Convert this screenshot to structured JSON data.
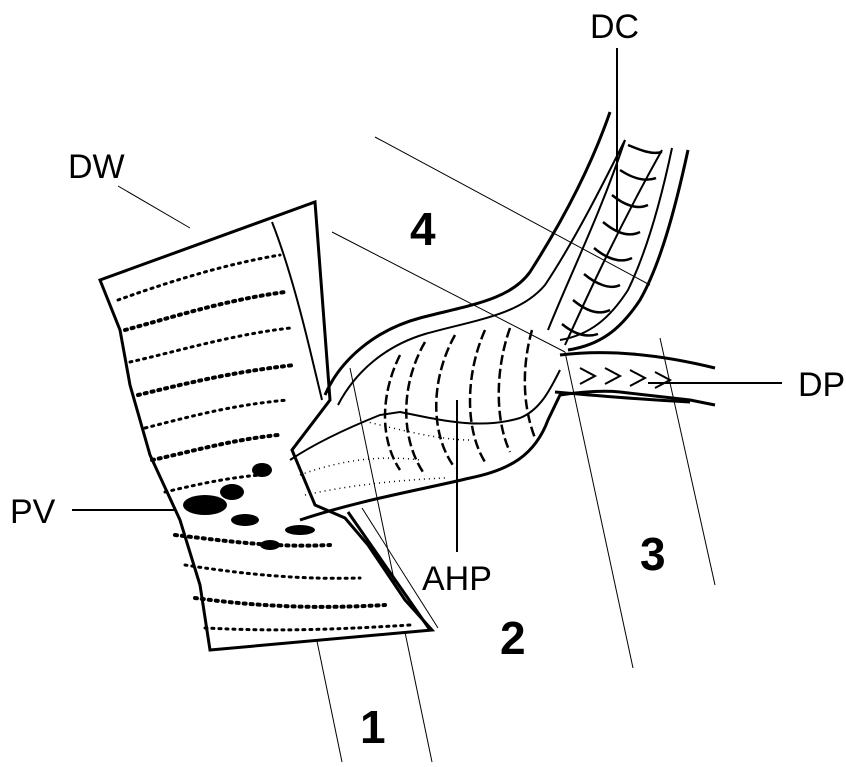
{
  "labels": {
    "dc": "DC",
    "dw": "DW",
    "dp": "DP",
    "pv": "PV",
    "ahp": "AHP"
  },
  "regions": {
    "r1": "1",
    "r2": "2",
    "r3": "3",
    "r4": "4"
  },
  "colors": {
    "ink": "#000000",
    "paper": "#ffffff"
  }
}
